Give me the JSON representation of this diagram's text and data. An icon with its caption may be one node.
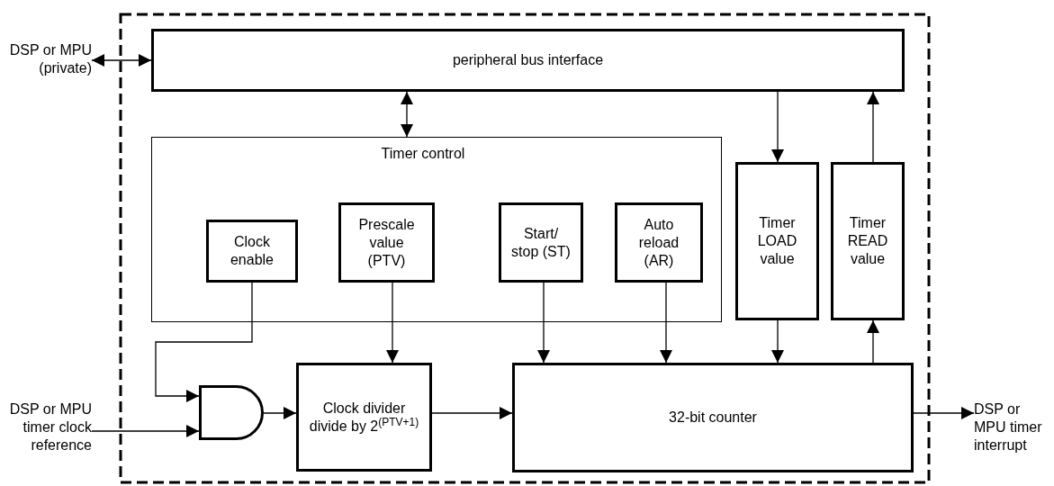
{
  "diagram": {
    "nodes": [
      {
        "text": [
          "DSP or MPU (private)"
        ]
      },
      {
        "text": [
          "peripheral bus interface"
        ]
      },
      {
        "text": [
          "Timer control"
        ]
      },
      {
        "text": [
          "Clock enable"
        ],
        "in": 2
      },
      {
        "text": [
          "Prescale value (PTV)"
        ],
        "in": 2
      },
      {
        "text": [
          "Start/ stop (ST)"
        ],
        "in": 2
      },
      {
        "text": [
          "Auto reload (AR)"
        ],
        "in": 2
      },
      {
        "text": [
          "Timer LOAD value"
        ]
      },
      {
        "text": [
          "Timer READ value"
        ]
      },
      {
        "text": [
          "DSP or MPU timer clock reference"
        ]
      },
      {
        "text": [],
        "shape": "gate"
      },
      {
        "text": [
          "Clock divider divide by 2$^{(PTV+1)}$"
        ]
      },
      {
        "text": [
          "32-bit counter"
        ]
      },
      {
        "text": [
          "DSP or MPU timer interrupt"
        ]
      }
    ],
    "edges": [
      {
        "from": 0,
        "to": 1,
        "arrow": "both"
      },
      {
        "from": 1,
        "to": 2,
        "arrow": "both"
      },
      {
        "from": 1,
        "to": 7,
        "arrow": "to"
      },
      {
        "from": 8,
        "to": 1,
        "arrow": "to"
      },
      {
        "from": 3,
        "to": 10,
        "arrow": "to"
      },
      {
        "from": 9,
        "to": 10,
        "arrow": "to"
      },
      {
        "from": 10,
        "to": 11,
        "arrow": "to"
      },
      {
        "from": 11,
        "to": 12,
        "arrow": "to"
      },
      {
        "from": 4,
        "to": 11,
        "arrow": "to"
      },
      {
        "from": 5,
        "to": 12,
        "arrow": "to"
      },
      {
        "from": 6,
        "to": 12,
        "arrow": "to"
      },
      {
        "from": 7,
        "to": 12,
        "arrow": "to"
      },
      {
        "from": 12,
        "to": 8,
        "arrow": "to"
      },
      {
        "from": 12,
        "to": 13,
        "arrow": "to"
      }
    ]
  }
}
